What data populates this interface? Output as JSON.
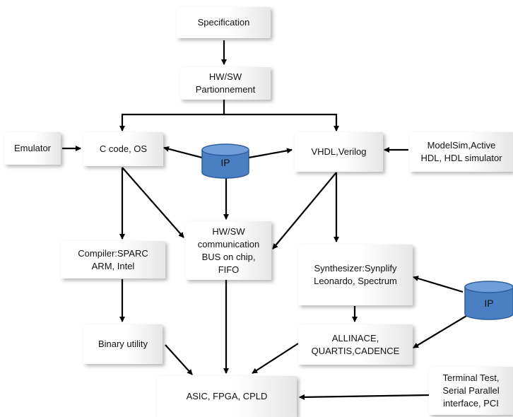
{
  "nodes": {
    "specification": "Specification",
    "partition": "HW/SW\nPartionnement",
    "emulator": "Emulator",
    "c_code": "C code, OS",
    "ip_top": "IP",
    "vhdl": "VHDL,Verilog",
    "modelsim": "ModelSim,Active\nHDL, HDL simulator",
    "compiler": "Compiler:SPARC\nARM, Intel",
    "hwsw_comm": "HW/SW\ncommunication\nBUS on chip,\nFIFO",
    "synthesizer": "Synthesizer:Synplify\nLeonardo, Spectrum",
    "ip_right": "IP",
    "binary": "Binary utility",
    "allinace": "ALLINACE,\nQUARTIS,CADENCE",
    "asic": "ASIC, FPGA, CPLD",
    "terminal": "Terminal Test,\nSerial Parallel\ninterface, PCI"
  },
  "colors": {
    "cylinder_fill": "#4a7fc4",
    "cylinder_top": "#6f9ed8",
    "arrow": "#000000"
  }
}
